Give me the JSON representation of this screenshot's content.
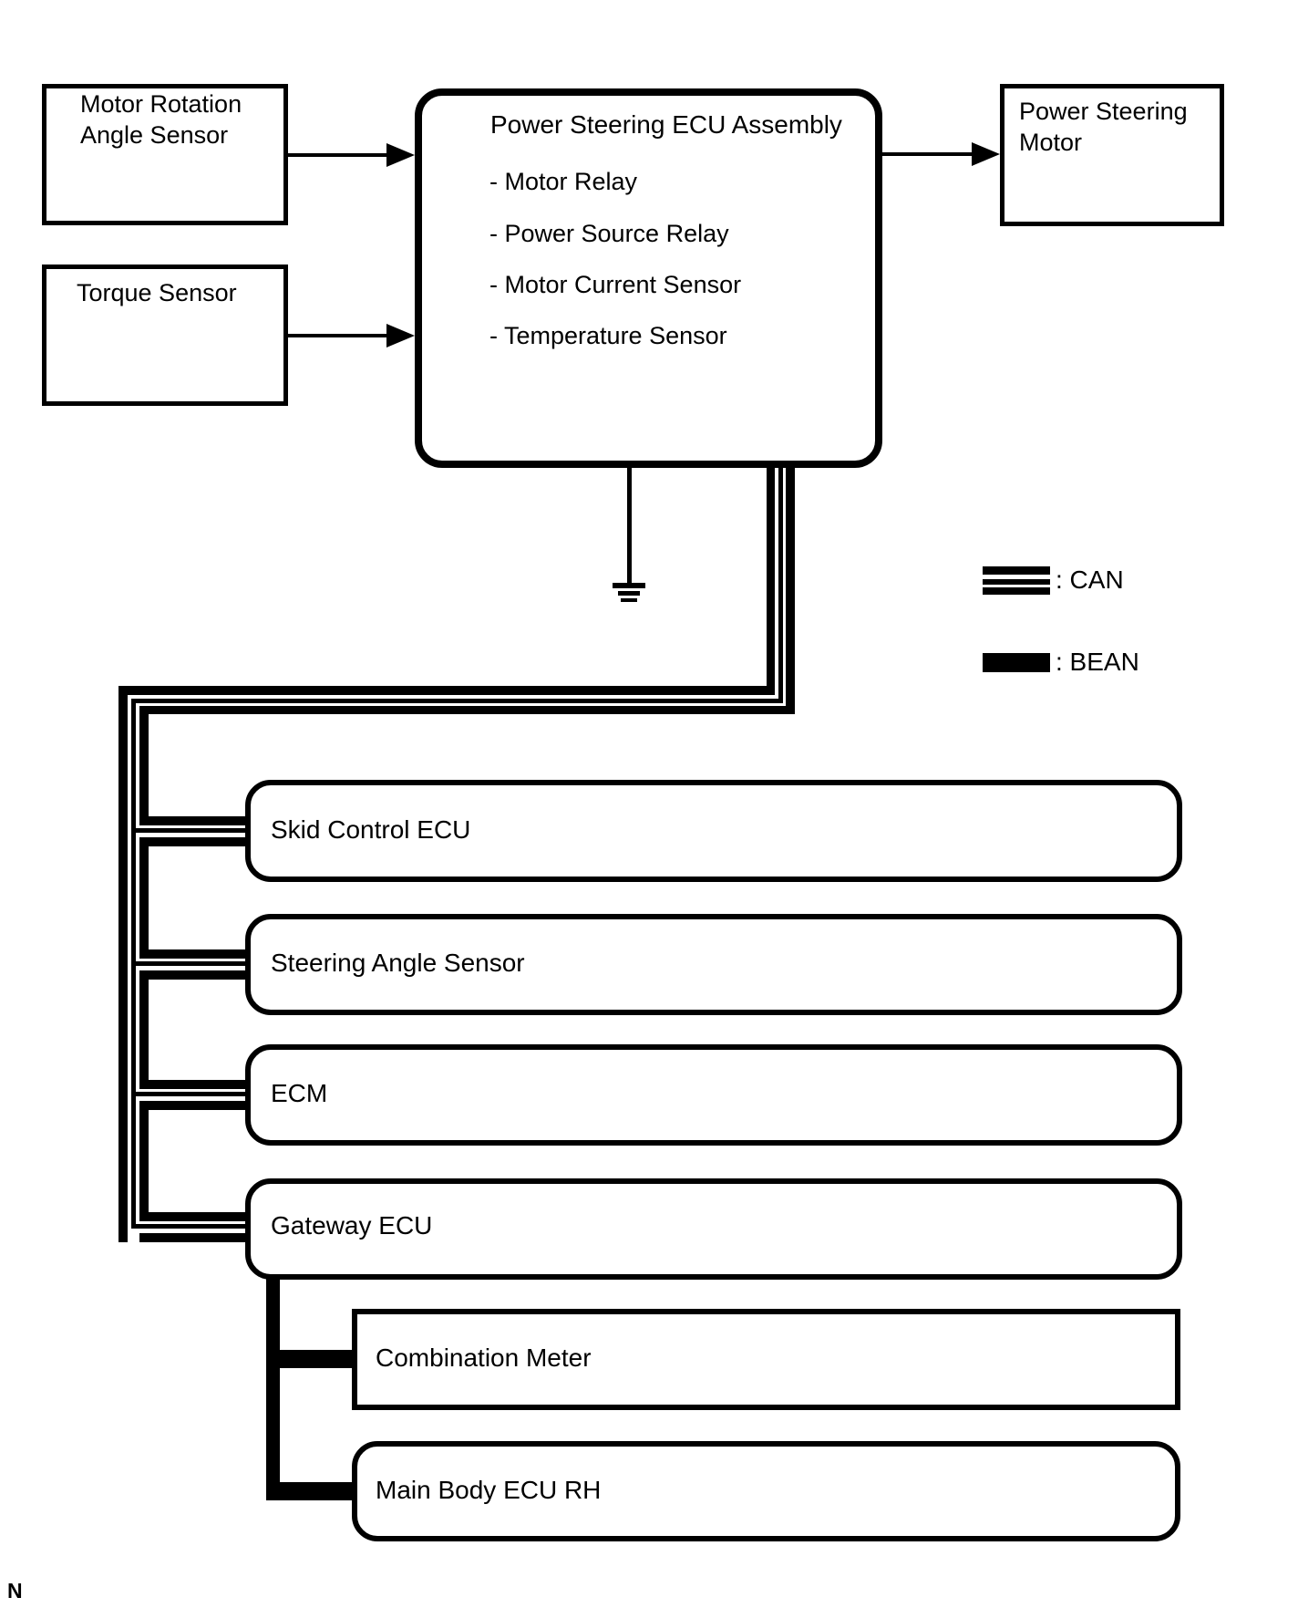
{
  "diagram": {
    "nodes": {
      "motor_rotation_sensor": {
        "label": "Motor Rotation\nAngle Sensor"
      },
      "torque_sensor": {
        "label": "Torque Sensor"
      },
      "ecu_assembly": {
        "title": "Power Steering ECU Assembly",
        "items": [
          "- Motor Relay",
          "- Power Source Relay",
          "- Motor Current Sensor",
          "- Temperature Sensor"
        ]
      },
      "power_steering_motor": {
        "label": "Power Steering\nMotor"
      },
      "skid_control_ecu": {
        "label": "Skid Control ECU"
      },
      "steering_angle_sensor": {
        "label": "Steering Angle Sensor"
      },
      "ecm": {
        "label": "ECM"
      },
      "gateway_ecu": {
        "label": "Gateway ECU"
      },
      "combination_meter": {
        "label": "Combination Meter"
      },
      "main_body_ecu_rh": {
        "label": "Main Body ECU RH"
      }
    },
    "legend": {
      "can_label": ": CAN",
      "bean_label": ": BEAN"
    },
    "footnote": "N",
    "colors": {
      "line": "#000000",
      "background": "#ffffff"
    }
  }
}
